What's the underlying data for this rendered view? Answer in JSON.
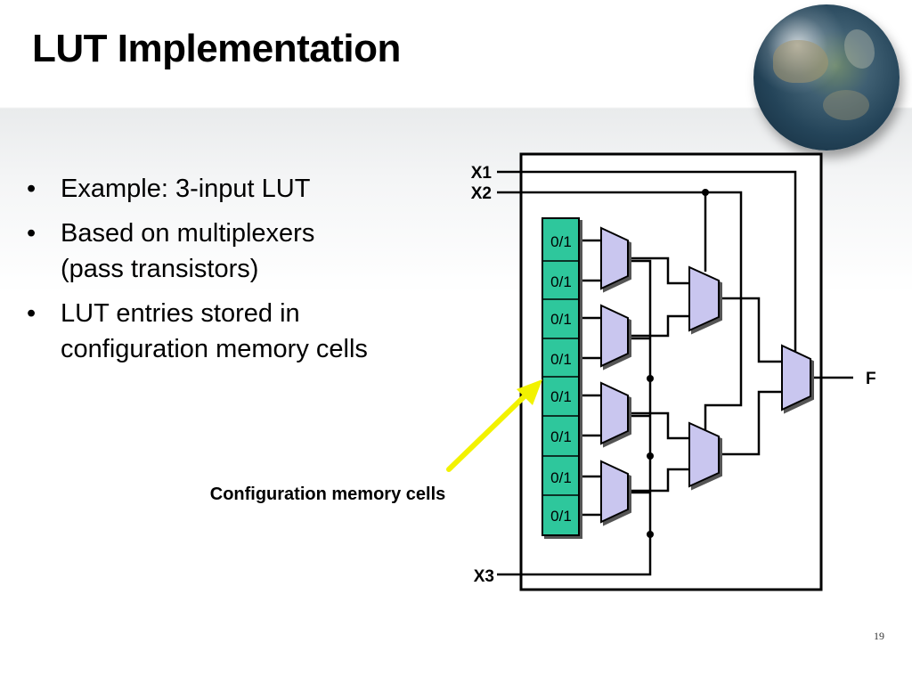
{
  "slide": {
    "title": "LUT Implementation",
    "bullets": [
      {
        "lines": [
          "Example: 3-input LUT"
        ]
      },
      {
        "lines": [
          "Based on multiplexers",
          "(pass transistors)"
        ]
      },
      {
        "lines": [
          "LUT entries stored in",
          "configuration memory cells"
        ]
      }
    ],
    "bullet_symbol": "•",
    "callout": "Configuration memory cells",
    "page_number": "19"
  },
  "diagram": {
    "inputs": {
      "x1": "X1",
      "x2": "X2",
      "x3": "X3"
    },
    "output": "F",
    "memory_cells": [
      "0/1",
      "0/1",
      "0/1",
      "0/1",
      "0/1",
      "0/1",
      "0/1",
      "0/1"
    ],
    "colors": {
      "memory_cell": "#2dc79c",
      "mux": "#c9c6ef",
      "arrow": "#f2f200",
      "wire": "#000000"
    }
  }
}
